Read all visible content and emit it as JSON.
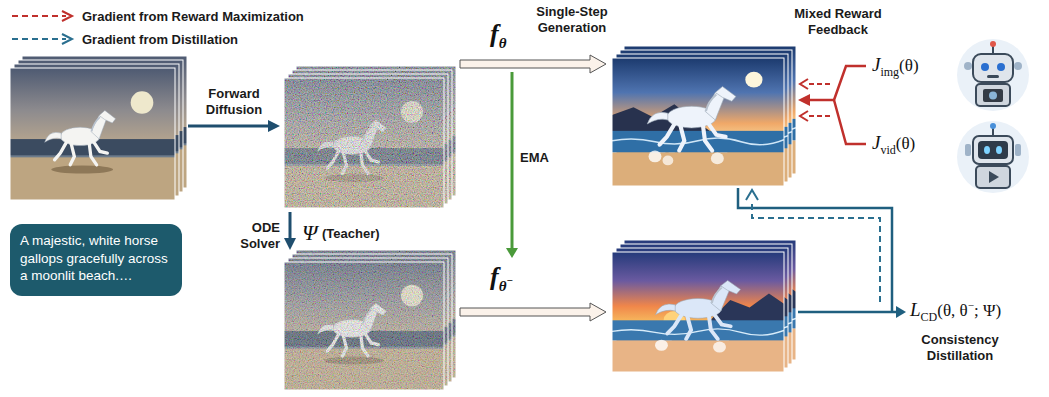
{
  "diagram": {
    "nodes": [
      {
        "text": [
          "A majestic, white horse gallops gracefully across a moonlit beach.…"
        ]
      }
    ],
    "labels": [
      "Forward Diffusion",
      "ODE Solver",
      "Ψ",
      "(Teacher)",
      "Single-Step Generation",
      "f",
      "θ",
      "EMA",
      "f",
      "θ",
      "−",
      "Mixed Reward Feedback",
      "J",
      "img",
      "(θ)",
      "J",
      "vid",
      "(θ)",
      "L",
      "CD",
      "(θ, θ",
      "−",
      "; Ψ)",
      "Consistency Distillation"
    ],
    "legend": [
      {
        "text": "Gradient from Reward Maximization"
      },
      {
        "text": "Gradient from Distillation"
      }
    ]
  }
}
